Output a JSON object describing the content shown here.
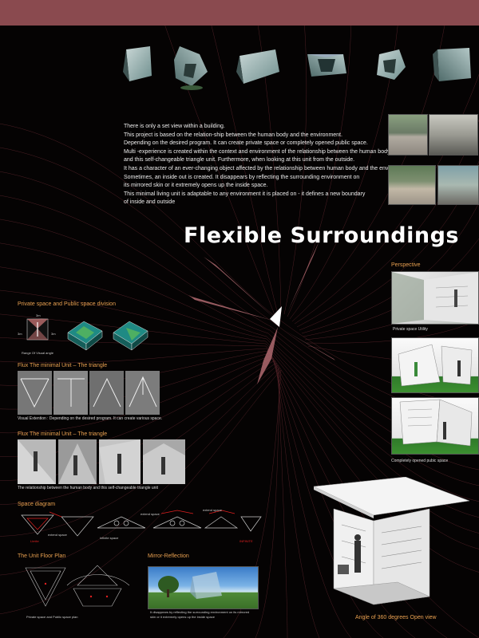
{
  "title": "Flexible Surroundings",
  "intro_lines": [
    "There is only a set view within a building.",
    "This project is based on the relation-ship between the human body and the environment.",
    "Depending on the desired program. It can create private space or completely opened public space.",
    "Multi -experience is created within the context and environment of the relationship between the human body",
    "and this self-changeable triangle unit. Furthermore, when looking at this unit from the outside.",
    "It has a character of an ever-changing object affected by the relationship  between human body and the environment.",
    "Sometimes, an inside out is created. It disappears by reflecting the surrounding environment on",
    "its mirrored skin or it extremely opens up the inside space.",
    "This minimal living unit is adaptable to any environment it is placed on - it defines a new boundary",
    "of inside and outside"
  ],
  "sections": {
    "private_public": {
      "heading": "Private space and Public space division",
      "dim_left": "3m",
      "dim_top": "3m",
      "dim_right": "3m",
      "caption": "Range Of  Visual angle"
    },
    "flux1": {
      "heading": "Flux The minimal Unit – The triangle",
      "caption": "Visual Extention : Depending on the desired program. It can create various space."
    },
    "flux2": {
      "heading": "Flux The minimal Unit – The triangle",
      "caption": "The relationship between the human body and this self-changeable triangle unit"
    },
    "space_diagram": {
      "heading": "Space diagram",
      "labels": [
        "extend space",
        "extend space",
        "extend space",
        "infinite space"
      ],
      "red_labels": [
        "Limite",
        "INFINITE"
      ]
    },
    "floor_plan": {
      "heading": "The Unit  Floor Plan",
      "caption": "Private space and Public space plan"
    },
    "mirror": {
      "heading": "Mirror-Reflection",
      "caption_lines": [
        "It disappears by reflecting the surrounding environment on its mirrored",
        "skin or it extremely  opens up the inside space"
      ]
    },
    "perspective": {
      "heading": "Perspective",
      "caption1": "Private space Utility",
      "caption2": "Completely opened pubic space"
    },
    "open_view": {
      "caption": "Angle of 360 degrees Open view"
    }
  },
  "colors": {
    "header_bar": "#8a4a4f",
    "heading_orange": "#e8a050",
    "accent_red": "#e02020",
    "background": "#050303",
    "lines": "#6a2e34"
  }
}
